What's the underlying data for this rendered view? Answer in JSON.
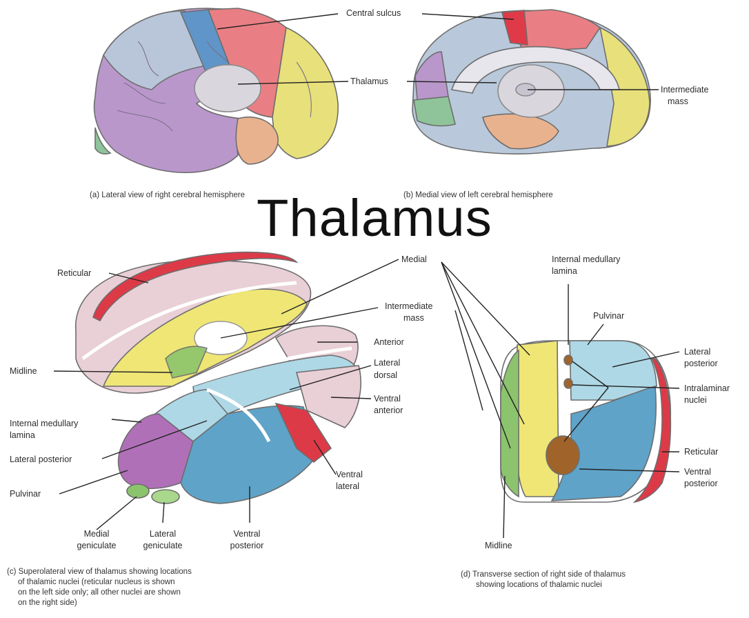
{
  "title": "Thalamus",
  "colors": {
    "frontal": "#e8e07a",
    "parietal": "#b9c9db",
    "temporal": "#b997cb",
    "occipital": "#8fc49a",
    "precentral": "#e97f84",
    "postcentral": "#5f95c8",
    "limbic": "#e9b28e",
    "thalamus": "#d9d6de",
    "reticular": "#dd3a48",
    "medial": "#efe676",
    "lateral": "#aed8e6",
    "ventral": "#5fa3c8",
    "pulvinar": "#b070b8",
    "geniculate": "#8cc46d",
    "intralaminar": "#a0642a",
    "anterior": "#e9cfd6"
  },
  "top_labels": {
    "central_sulcus": "Central sulcus",
    "thalamus": "Thalamus",
    "intermediate_mass_1": "Intermediate",
    "intermediate_mass_2": "mass"
  },
  "captions": {
    "a": "(a) Lateral view of right cerebral hemisphere",
    "b": "(b) Medial view of left cerebral hemisphere",
    "c": [
      "(c) Superolateral view of thalamus showing locations",
      "of thalamic nuclei (reticular nucleus is shown",
      "on the left side only; all other nuclei are shown",
      "on the right side)"
    ],
    "d": [
      "(d) Transverse section of right side of thalamus",
      "showing locations of thalamic nuclei"
    ]
  },
  "c_labels": {
    "reticular": "Reticular",
    "medial": "Medial",
    "intermediate_1": "Intermediate",
    "intermediate_2": "mass",
    "anterior": "Anterior",
    "midline": "Midline",
    "lateral_dorsal_1": "Lateral",
    "lateral_dorsal_2": "dorsal",
    "ventral_anterior_1": "Ventral",
    "ventral_anterior_2": "anterior",
    "internal_medullary_1": "Internal medullary",
    "internal_medullary_2": "lamina",
    "lateral_posterior": "Lateral posterior",
    "pulvinar": "Pulvinar",
    "ventral_lateral_1": "Ventral",
    "ventral_lateral_2": "lateral",
    "medial_geniculate_1": "Medial",
    "medial_geniculate_2": "geniculate",
    "lateral_geniculate_1": "Lateral",
    "lateral_geniculate_2": "geniculate",
    "ventral_posterior_1": "Ventral",
    "ventral_posterior_2": "posterior"
  },
  "d_labels": {
    "internal_medullary_1": "Internal medullary",
    "internal_medullary_2": "lamina",
    "pulvinar": "Pulvinar",
    "lateral_posterior_1": "Lateral",
    "lateral_posterior_2": "posterior",
    "intralaminar_1": "Intralaminar",
    "intralaminar_2": "nuclei",
    "reticular": "Reticular",
    "ventral_posterior_1": "Ventral",
    "ventral_posterior_2": "posterior",
    "midline": "Midline"
  }
}
